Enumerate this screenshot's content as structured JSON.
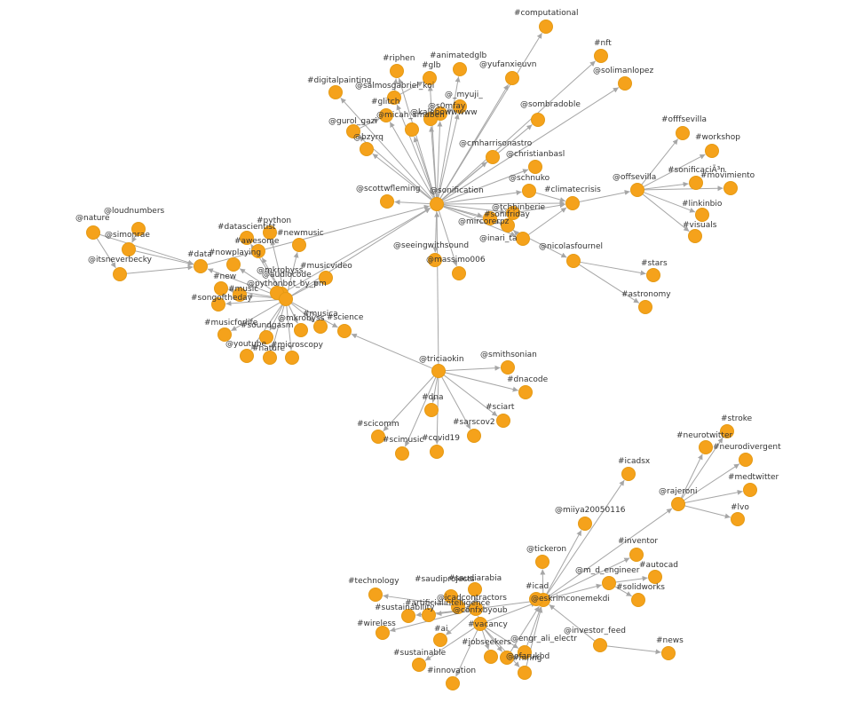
{
  "colors": {
    "node": "#f5a21b",
    "edge": "#a6a6a6",
    "label": "#333333",
    "background": "#ffffff"
  },
  "graph": {
    "nodes": [
      {
        "id": "c1",
        "label": "@sonification"
      },
      {
        "id": "c2",
        "label": "@mircorerpz"
      },
      {
        "id": "c3",
        "label": "@triciaokin"
      },
      {
        "id": "c4",
        "label": "@offsevilla"
      },
      {
        "id": "c5",
        "label": "@rajeroni"
      },
      {
        "id": "c6",
        "label": "@eskrimconemekdi"
      },
      {
        "id": "c7",
        "label": "@confxbyoub"
      },
      {
        "id": "c8",
        "label": "#vacancy"
      },
      {
        "id": "n1",
        "label": "#computational"
      },
      {
        "id": "n2",
        "label": "#nft"
      },
      {
        "id": "n3",
        "label": "@solimanlopez"
      },
      {
        "id": "n4",
        "label": "@yufanxieuvn"
      },
      {
        "id": "n5",
        "label": "@sombradoble"
      },
      {
        "id": "n6",
        "label": "#riphen"
      },
      {
        "id": "n7",
        "label": "#animatedglb"
      },
      {
        "id": "n8",
        "label": "#glb"
      },
      {
        "id": "n9",
        "label": "#digitalpainting"
      },
      {
        "id": "n10",
        "label": "@salmosgabriel_koi"
      },
      {
        "id": "n11",
        "label": "@_myuji_"
      },
      {
        "id": "n12",
        "label": "#glitch"
      },
      {
        "id": "n13",
        "label": "@s0mfay"
      },
      {
        "id": "n14",
        "label": "@gurol_gazi"
      },
      {
        "id": "n15",
        "label": "@micah_smaben"
      },
      {
        "id": "n16",
        "label": "@kalebowwwww"
      },
      {
        "id": "n17",
        "label": "@bzyrq"
      },
      {
        "id": "n18",
        "label": "@cmharrisonastro"
      },
      {
        "id": "n19",
        "label": "@christianbasl"
      },
      {
        "id": "n20",
        "label": "@scottwfleming"
      },
      {
        "id": "n21",
        "label": "@schnuko"
      },
      {
        "id": "n22",
        "label": "#climatecrisis"
      },
      {
        "id": "n23",
        "label": "@tchbinberie"
      },
      {
        "id": "n24",
        "label": "#sonifriday"
      },
      {
        "id": "n25",
        "label": "@inari_ta"
      },
      {
        "id": "n26",
        "label": "@seeingwithsound"
      },
      {
        "id": "n27",
        "label": "@massimo006"
      },
      {
        "id": "n28",
        "label": "@nicolasfournel"
      },
      {
        "id": "n29",
        "label": "#stars"
      },
      {
        "id": "n30",
        "label": "#astronomy"
      },
      {
        "id": "n31",
        "label": "#offfsevilla"
      },
      {
        "id": "n32",
        "label": "#workshop"
      },
      {
        "id": "n33",
        "label": "#sonificaciÃ³n"
      },
      {
        "id": "n34",
        "label": "#movimiento"
      },
      {
        "id": "n35",
        "label": "#linkinbio"
      },
      {
        "id": "n36",
        "label": "#visuals"
      },
      {
        "id": "h1",
        "label": "@nature"
      },
      {
        "id": "h2",
        "label": "@loudnumbers"
      },
      {
        "id": "h3",
        "label": "@simonrae"
      },
      {
        "id": "h4",
        "label": "@itsneverbecky"
      },
      {
        "id": "h5",
        "label": "#data"
      },
      {
        "id": "h6",
        "label": "#python"
      },
      {
        "id": "h7",
        "label": "#datascientist"
      },
      {
        "id": "h8",
        "label": "#newmusic"
      },
      {
        "id": "h9",
        "label": "#awesome"
      },
      {
        "id": "h10",
        "label": "#nowplaying"
      },
      {
        "id": "h11",
        "label": "#new"
      },
      {
        "id": "h12",
        "label": "@audiocode"
      },
      {
        "id": "h13",
        "label": "@mkrobyss"
      },
      {
        "id": "h14",
        "label": "@pythonbot_by_pm"
      },
      {
        "id": "h15",
        "label": "#musicvideo"
      },
      {
        "id": "h16",
        "label": "#songoftheday"
      },
      {
        "id": "h17",
        "label": "#music"
      },
      {
        "id": "h18",
        "label": "#musica"
      },
      {
        "id": "h19",
        "label": "#science"
      },
      {
        "id": "h20",
        "label": "#musicforlife"
      },
      {
        "id": "h21",
        "label": "#soundgasm"
      },
      {
        "id": "h22",
        "label": "@mkrobyss"
      },
      {
        "id": "h23",
        "label": "@youtube"
      },
      {
        "id": "h24",
        "label": "#nature"
      },
      {
        "id": "h25",
        "label": "#microscopy"
      },
      {
        "id": "t1",
        "label": "@smithsonian"
      },
      {
        "id": "t2",
        "label": "#dnacode"
      },
      {
        "id": "t3",
        "label": "#dna"
      },
      {
        "id": "t4",
        "label": "#sciart"
      },
      {
        "id": "t5",
        "label": "#scicomm"
      },
      {
        "id": "t6",
        "label": "#sarscov2"
      },
      {
        "id": "t7",
        "label": "#covid19"
      },
      {
        "id": "t8",
        "label": "#scimusic"
      },
      {
        "id": "r1",
        "label": "#stroke"
      },
      {
        "id": "r2",
        "label": "#neurotwitter"
      },
      {
        "id": "r3",
        "label": "#neurodivergent"
      },
      {
        "id": "r4",
        "label": "#medtwitter"
      },
      {
        "id": "r5",
        "label": "#lvo"
      },
      {
        "id": "r6",
        "label": "#icadsx"
      },
      {
        "id": "r7",
        "label": "@miiya20050116"
      },
      {
        "id": "b1",
        "label": "@tickeron"
      },
      {
        "id": "b2",
        "label": "#inventor"
      },
      {
        "id": "b3",
        "label": "@m_d_engineer"
      },
      {
        "id": "b4",
        "label": "#autocad"
      },
      {
        "id": "b5",
        "label": "#solidworks"
      },
      {
        "id": "b6",
        "label": "#icad"
      },
      {
        "id": "b7",
        "label": "@investor_feed"
      },
      {
        "id": "b8",
        "label": "#news"
      },
      {
        "id": "b9",
        "label": "#technology"
      },
      {
        "id": "b10",
        "label": "#saudiprojects"
      },
      {
        "id": "b11",
        "label": "#saudiarabia"
      },
      {
        "id": "b12",
        "label": "@icadcontractors"
      },
      {
        "id": "b13",
        "label": "#sustainability"
      },
      {
        "id": "b14",
        "label": "#artificialintelligence"
      },
      {
        "id": "b15",
        "label": "#wireless"
      },
      {
        "id": "b16",
        "label": "#ai"
      },
      {
        "id": "b17",
        "label": "#sustainable"
      },
      {
        "id": "b18",
        "label": "#jobseekers"
      },
      {
        "id": "b19",
        "label": "@engr_ali_electr"
      },
      {
        "id": "b20",
        "label": "@ofarukbd"
      },
      {
        "id": "b21",
        "label": "#innovation"
      },
      {
        "id": "b22",
        "label": "#hiring"
      }
    ],
    "edges": [
      [
        "c1",
        "n1"
      ],
      [
        "c1",
        "n2"
      ],
      [
        "c1",
        "n3"
      ],
      [
        "c1",
        "n4"
      ],
      [
        "c1",
        "n5"
      ],
      [
        "c1",
        "n6"
      ],
      [
        "c1",
        "n7"
      ],
      [
        "c1",
        "n8"
      ],
      [
        "c1",
        "n9"
      ],
      [
        "c1",
        "n10"
      ],
      [
        "c1",
        "n11"
      ],
      [
        "c1",
        "n12"
      ],
      [
        "c1",
        "n13"
      ],
      [
        "c1",
        "n14"
      ],
      [
        "c1",
        "n15"
      ],
      [
        "c1",
        "n16"
      ],
      [
        "c1",
        "n17"
      ],
      [
        "c1",
        "n18"
      ],
      [
        "c1",
        "n19"
      ],
      [
        "c1",
        "n20"
      ],
      [
        "c1",
        "n21"
      ],
      [
        "c1",
        "n22"
      ],
      [
        "c1",
        "n23"
      ],
      [
        "c1",
        "n24"
      ],
      [
        "c1",
        "n25"
      ],
      [
        "c1",
        "n26"
      ],
      [
        "c1",
        "n27"
      ],
      [
        "c1",
        "c2"
      ],
      [
        "n10",
        "n6"
      ],
      [
        "n10",
        "n8"
      ],
      [
        "n13",
        "n11"
      ],
      [
        "n14",
        "n12"
      ],
      [
        "n25",
        "n24"
      ],
      [
        "n25",
        "n22"
      ],
      [
        "n23",
        "n22"
      ],
      [
        "n21",
        "n22"
      ],
      [
        "c2",
        "n28"
      ],
      [
        "n28",
        "n29"
      ],
      [
        "n28",
        "n30"
      ],
      [
        "n22",
        "c4"
      ],
      [
        "c4",
        "n31"
      ],
      [
        "c4",
        "n32"
      ],
      [
        "c4",
        "n33"
      ],
      [
        "c4",
        "n34"
      ],
      [
        "c4",
        "n35"
      ],
      [
        "c4",
        "n36"
      ],
      [
        "h14",
        "c1"
      ],
      [
        "h12",
        "c1"
      ],
      [
        "h5",
        "c1"
      ],
      [
        "h1",
        "h5"
      ],
      [
        "h2",
        "h3"
      ],
      [
        "h3",
        "h5"
      ],
      [
        "h4",
        "h5"
      ],
      [
        "h1",
        "h4"
      ],
      [
        "h14",
        "h5"
      ],
      [
        "h14",
        "h6"
      ],
      [
        "h14",
        "h7"
      ],
      [
        "h14",
        "h8"
      ],
      [
        "h14",
        "h9"
      ],
      [
        "h14",
        "h10"
      ],
      [
        "h14",
        "h11"
      ],
      [
        "h14",
        "h13"
      ],
      [
        "h14",
        "h15"
      ],
      [
        "h14",
        "h16"
      ],
      [
        "h14",
        "h17"
      ],
      [
        "h14",
        "h18"
      ],
      [
        "h14",
        "h19"
      ],
      [
        "h14",
        "h20"
      ],
      [
        "h14",
        "h21"
      ],
      [
        "h14",
        "h22"
      ],
      [
        "h14",
        "h23"
      ],
      [
        "h14",
        "h24"
      ],
      [
        "h14",
        "h25"
      ],
      [
        "c3",
        "c1"
      ],
      [
        "c3",
        "h19"
      ],
      [
        "c3",
        "t1"
      ],
      [
        "c3",
        "t2"
      ],
      [
        "c3",
        "t3"
      ],
      [
        "c3",
        "t4"
      ],
      [
        "c3",
        "t5"
      ],
      [
        "c3",
        "t6"
      ],
      [
        "c3",
        "t7"
      ],
      [
        "c3",
        "t8"
      ],
      [
        "c5",
        "r1"
      ],
      [
        "c5",
        "r2"
      ],
      [
        "c5",
        "r3"
      ],
      [
        "c5",
        "r4"
      ],
      [
        "c5",
        "r5"
      ],
      [
        "c6",
        "c5"
      ],
      [
        "c6",
        "r6"
      ],
      [
        "c6",
        "r7"
      ],
      [
        "c6",
        "b1"
      ],
      [
        "c6",
        "b2"
      ],
      [
        "c6",
        "b3"
      ],
      [
        "b3",
        "b4"
      ],
      [
        "b3",
        "b5"
      ],
      [
        "c6",
        "b6"
      ],
      [
        "b7",
        "c6"
      ],
      [
        "b7",
        "b8"
      ],
      [
        "c7",
        "c6"
      ],
      [
        "c8",
        "c6"
      ],
      [
        "c7",
        "b9"
      ],
      [
        "c7",
        "b10"
      ],
      [
        "c7",
        "b11"
      ],
      [
        "c7",
        "b12"
      ],
      [
        "c7",
        "b13"
      ],
      [
        "c7",
        "b14"
      ],
      [
        "c7",
        "b15"
      ],
      [
        "c7",
        "b16"
      ],
      [
        "c8",
        "b17"
      ],
      [
        "c8",
        "b18"
      ],
      [
        "c8",
        "b19"
      ],
      [
        "c8",
        "b20"
      ],
      [
        "c8",
        "b21"
      ],
      [
        "c8",
        "b22"
      ],
      [
        "b19",
        "c6"
      ],
      [
        "b20",
        "c6"
      ],
      [
        "b22",
        "c6"
      ],
      [
        "c8",
        "c7"
      ]
    ]
  }
}
